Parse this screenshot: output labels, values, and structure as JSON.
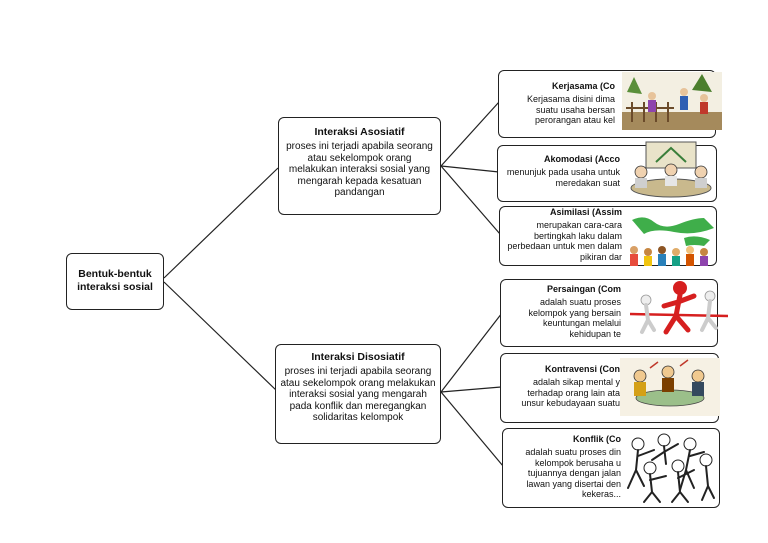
{
  "root": {
    "title": "Bentuk-bentuk interaksi sosial"
  },
  "asosiatif": {
    "title": "Interaksi Asosiatif",
    "body": "proses ini terjadi apabila seorang atau sekelompok orang melakukan interaksi sosial yang mengarah kepada kesatuan pandangan"
  },
  "disosiatif": {
    "title": "Interaksi Disosiatif",
    "body": "proses ini terjadi apabila seorang atau sekelompok orang melakukan interaksi sosial yang mengarah pada konflik dan meregangkan solidaritas kelompok"
  },
  "leaves": [
    {
      "title": "Kerjasama (Co",
      "body": "Kerjasama disini dima suatu usaha bersan perorangan atau kel",
      "picture": "people-working-together-illustration"
    },
    {
      "title": "Akomodasi (Acco",
      "body": "menunjuk pada usaha untuk meredakan suat",
      "picture": "meeting-at-table-illustration"
    },
    {
      "title": "Asimilasi (Assim",
      "body": "merupakan cara-cara bertingkah laku dalam perbedaan untuk men dalam pikiran dar",
      "picture": "diverse-people-map-illustration"
    },
    {
      "title": "Persaingan (Com",
      "body": "adalah suatu proses kelompok yang bersain keuntungan melalui kehidupan te",
      "picture": "race-finish-line-illustration"
    },
    {
      "title": "Kontravensi (Con",
      "body": "adalah sikap mental y terhadap orang lain ata unsur kebudayaan suatu",
      "picture": "arguing-people-illustration"
    },
    {
      "title": "Konflik (Co",
      "body": "adalah suatu proses din kelompok berusaha u tujuannya dengan jalan lawan yang disertai den kekeras...",
      "picture": "crowd-fighting-illustration"
    }
  ],
  "colors": {
    "line": "#222222",
    "border": "#222222",
    "accent_red": "#d61f1f"
  }
}
